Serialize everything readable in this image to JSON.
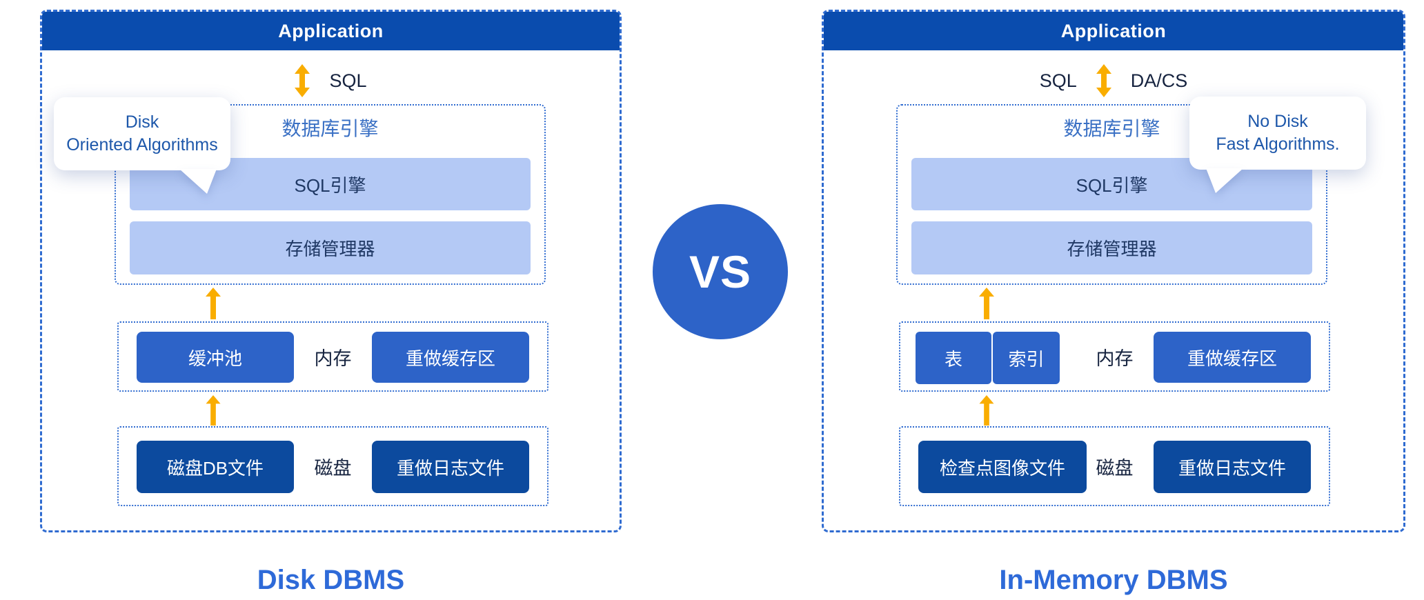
{
  "vs_badge": "VS",
  "left": {
    "header": "Application",
    "arrow_label": "SQL",
    "callout": {
      "line1": "Disk",
      "line2": "Oriented Algorithms"
    },
    "engine": {
      "title": "数据库引擎",
      "bar1": "SQL引擎",
      "bar2": "存储管理器"
    },
    "memory": {
      "box1": "缓冲池",
      "label": "内存",
      "box2": "重做缓存区"
    },
    "disk": {
      "box1": "磁盘DB文件",
      "label": "磁盘",
      "box2": "重做日志文件"
    },
    "title": "Disk DBMS"
  },
  "right": {
    "header": "Application",
    "arrow_label_left": "SQL",
    "arrow_label_right": "DA/CS",
    "callout": {
      "line1": "No Disk",
      "line2": "Fast Algorithms."
    },
    "engine": {
      "title": "数据库引擎",
      "bar1": "SQL引擎",
      "bar2": "存储管理器"
    },
    "memory": {
      "box1": "表",
      "box2": "索引",
      "label": "内存",
      "box3": "重做缓存区"
    },
    "disk": {
      "box1": "检查点图像文件",
      "label": "磁盘",
      "box2": "重做日志文件"
    },
    "title": "In-Memory DBMS"
  },
  "colors": {
    "header_blue": "#0a4cae",
    "mid_blue": "#2d63c8",
    "dark_blue": "#0c4a9e",
    "light_blue": "#b4c9f5",
    "border_blue": "#2f6bd0",
    "arrow_orange": "#f9ad00",
    "title_blue": "#2e6ad8",
    "callout_text": "#1d57aa"
  }
}
